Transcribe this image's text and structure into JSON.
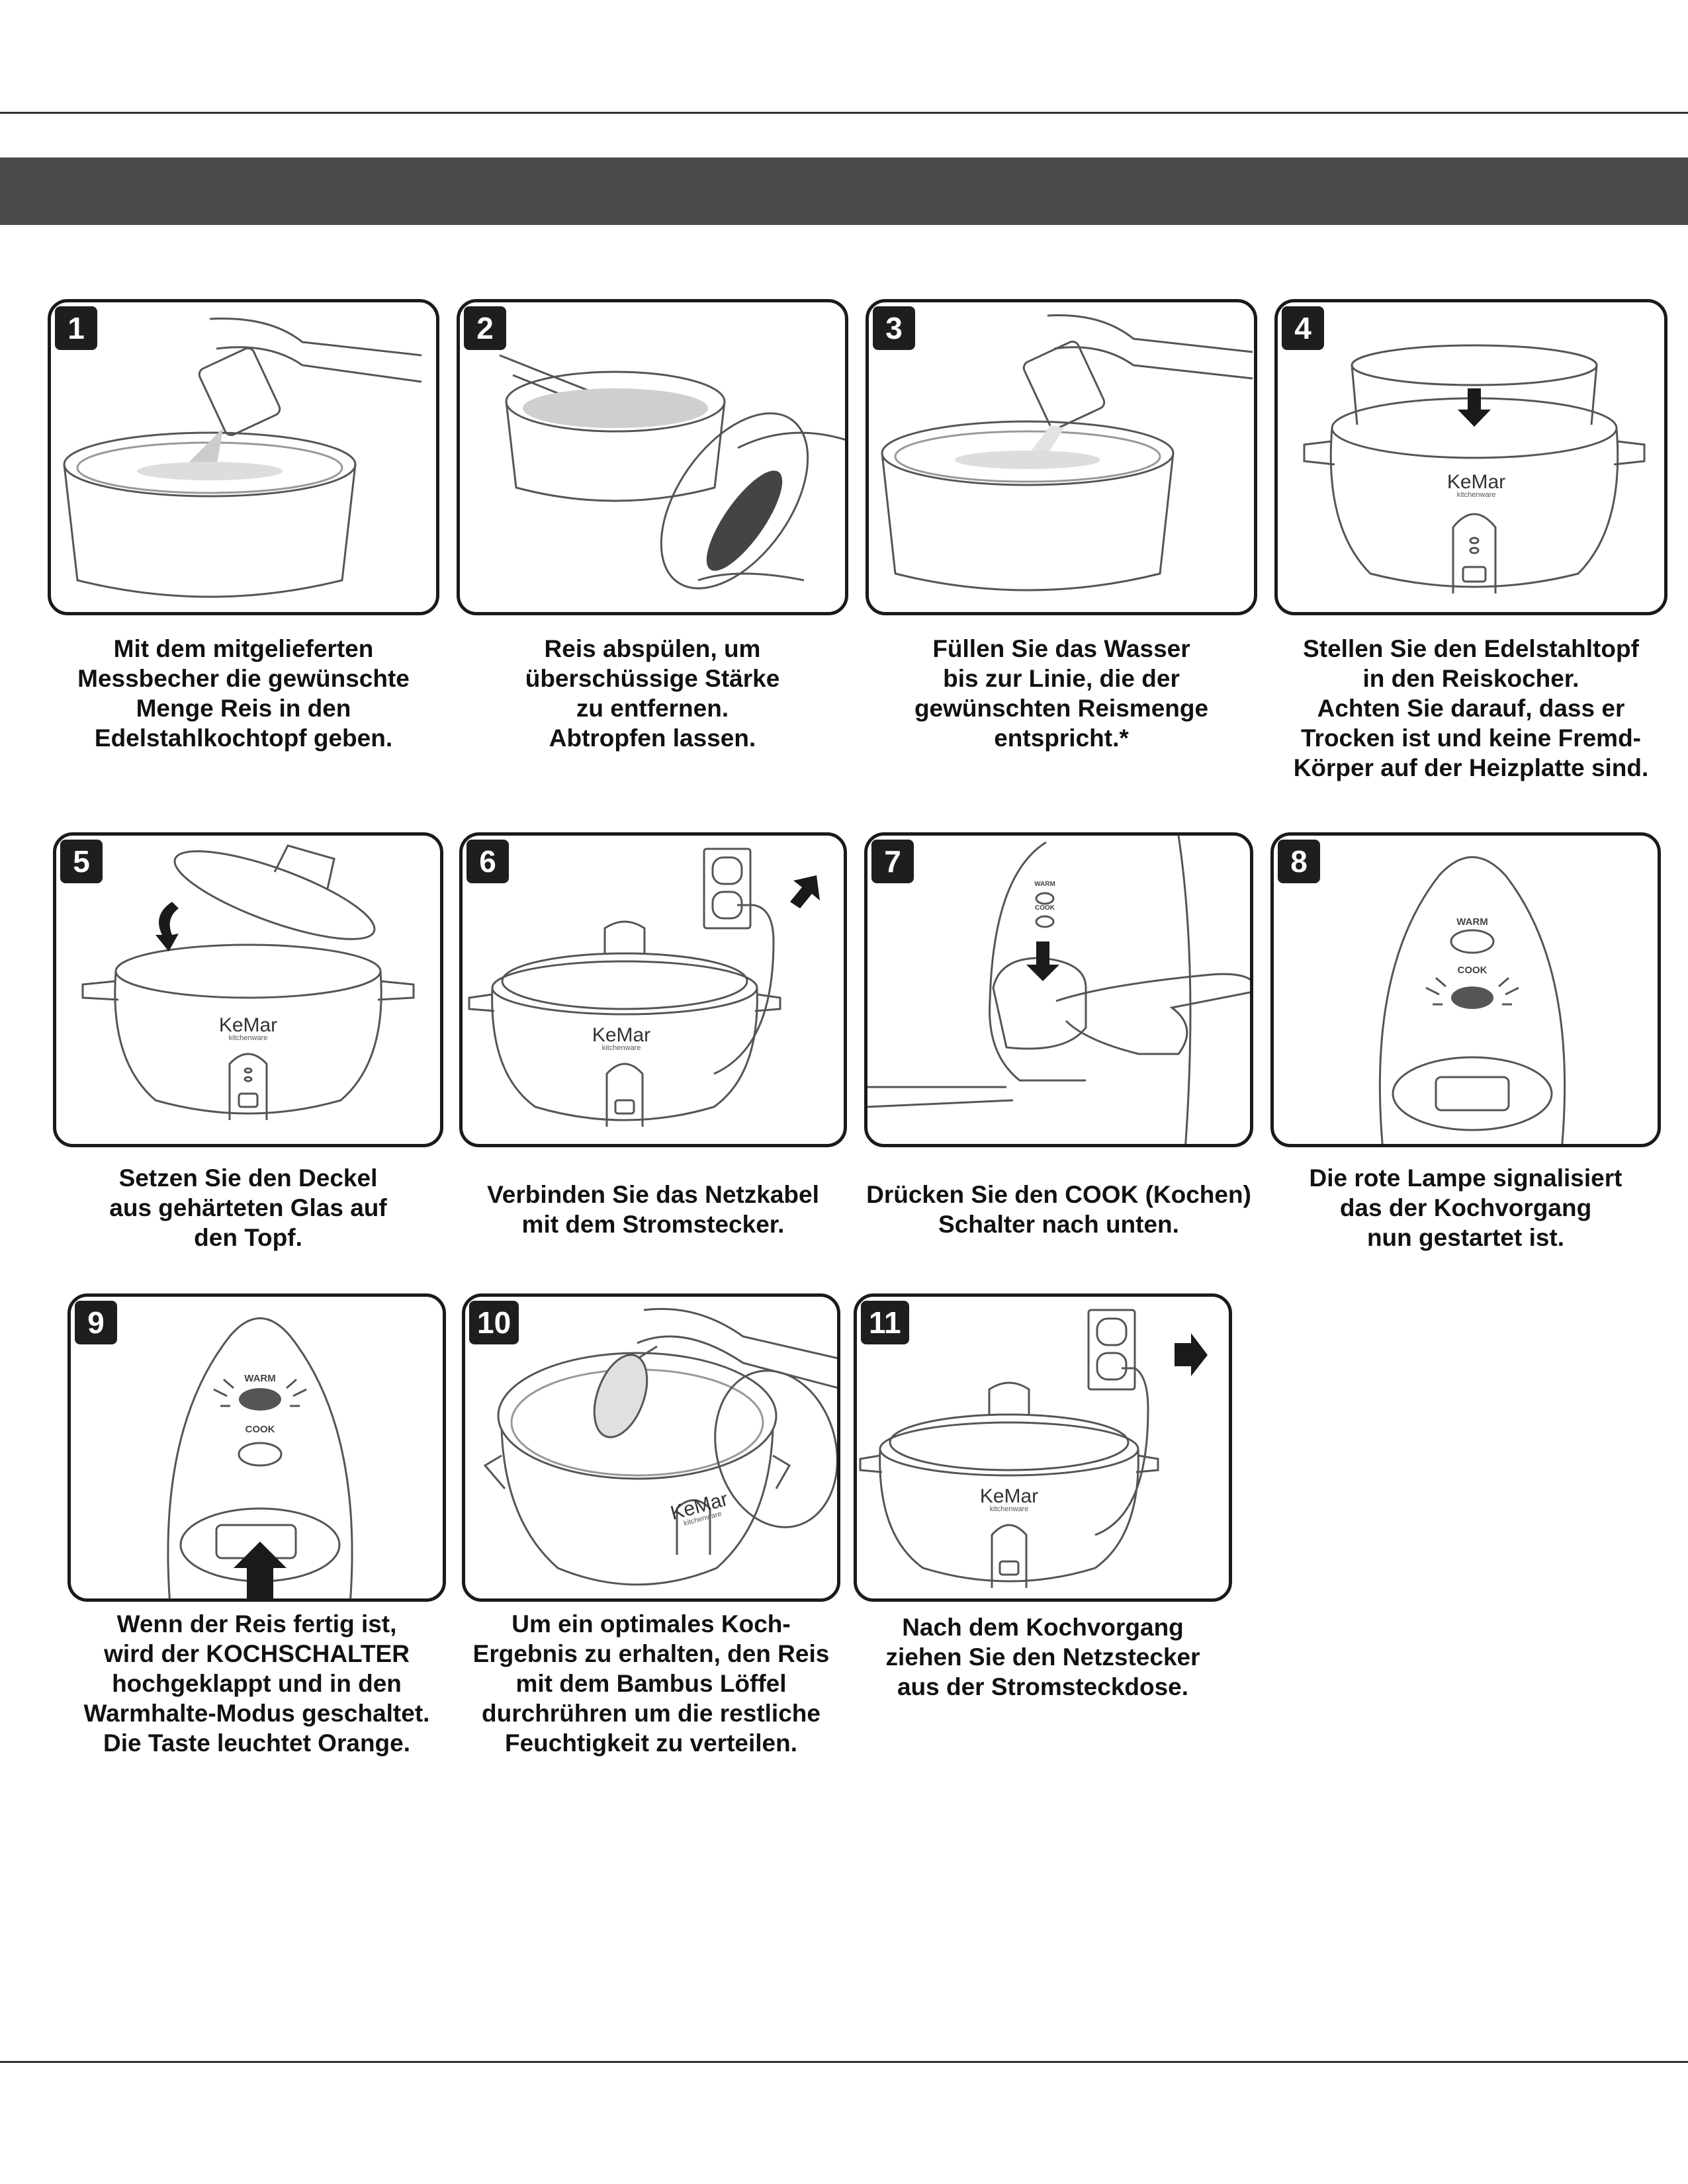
{
  "brand": {
    "name": "KeMar",
    "sub": "kitchenware"
  },
  "labels": {
    "warm": "WARM",
    "cook": "COOK"
  },
  "steps": [
    {
      "number": "1",
      "caption": "Mit dem mitgelieferten\nMessbecher die gewünschte\nMenge Reis in den\nEdelstahlkochtopf geben."
    },
    {
      "number": "2",
      "caption": "Reis abspülen, um\nüberschüssige Stärke\nzu entfernen.\nAbtropfen lassen."
    },
    {
      "number": "3",
      "caption": "Füllen Sie das Wasser\nbis zur Linie, die der\ngewünschten Reismenge\nentspricht.*"
    },
    {
      "number": "4",
      "caption": "Stellen Sie den Edelstahltopf\nin den Reiskocher.\nAchten Sie darauf, dass er\nTrocken ist und keine Fremd-\nKörper auf der Heizplatte sind."
    },
    {
      "number": "5",
      "caption": "Setzen Sie den Deckel\naus gehärteten Glas auf\nden Topf."
    },
    {
      "number": "6",
      "caption": "Verbinden Sie das Netzkabel\nmit dem Stromstecker."
    },
    {
      "number": "7",
      "caption": "Drücken Sie den COOK (Kochen)\nSchalter nach unten."
    },
    {
      "number": "8",
      "caption": "Die rote Lampe signalisiert\ndas der Kochvorgang\nnun gestartet ist."
    },
    {
      "number": "9",
      "caption": "Wenn der Reis fertig ist,\nwird der KOCHSCHALTER\nhochgeklappt und in den\nWarmhalte-Modus geschaltet.\nDie Taste leuchtet Orange."
    },
    {
      "number": "10",
      "caption": "Um ein optimales Koch-\nErgebnis zu erhalten, den Reis\nmit dem Bambus Löffel\ndurchrühren um die restliche\nFeuchtigkeit zu verteilen."
    },
    {
      "number": "11",
      "caption": "Nach dem Kochvorgang\nziehen Sie den Netzstecker\naus der Stromsteckdose."
    }
  ]
}
